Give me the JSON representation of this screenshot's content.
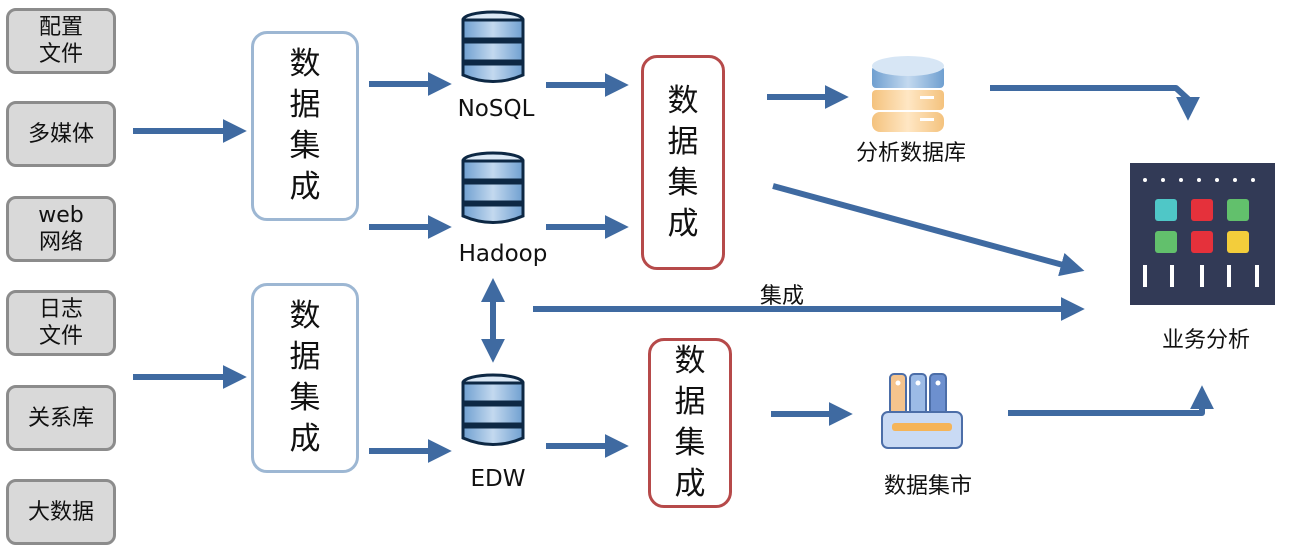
{
  "sources": [
    {
      "id": "config",
      "lines": [
        "配置",
        "文件"
      ]
    },
    {
      "id": "multimedia",
      "lines": [
        "多媒体"
      ]
    },
    {
      "id": "web",
      "lines": [
        "web",
        "网络"
      ]
    },
    {
      "id": "log",
      "lines": [
        "日志",
        "文件"
      ]
    },
    {
      "id": "relational",
      "lines": [
        "关系库"
      ]
    },
    {
      "id": "bigdata",
      "lines": [
        "大数据"
      ]
    }
  ],
  "integration_label": "数据集成",
  "stores": {
    "nosql": "NoSQL",
    "hadoop": "Hadoop",
    "edw": "EDW"
  },
  "outputs": {
    "analytic_db": "分析数据库",
    "data_mart": "数据集市",
    "business_analysis": "业务分析"
  },
  "edge_labels": {
    "integration": "集成"
  },
  "colors": {
    "arrow": "#3f6aa1",
    "blue_box_border": "#9db7d3",
    "red_box_border": "#b64a4a",
    "source_fill": "#d9d9d9",
    "source_border": "#8c8c8c",
    "dashboard_bg": "#323a56"
  }
}
